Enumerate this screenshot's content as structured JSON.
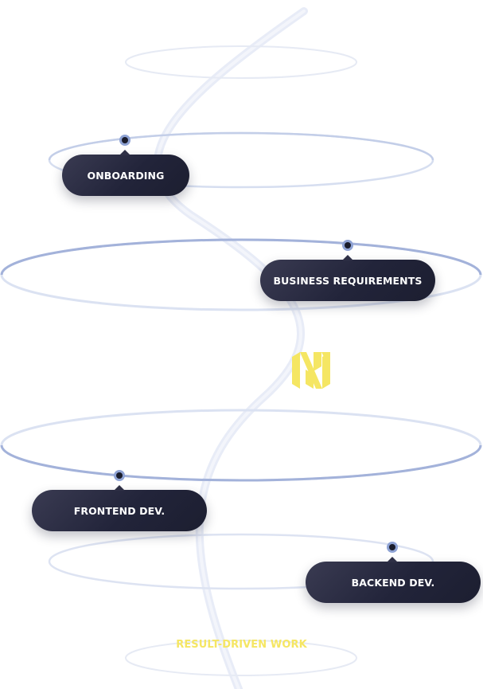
{
  "stages": [
    {
      "id": "onboarding",
      "label": "ONBOARDING"
    },
    {
      "id": "business-requirements",
      "label": "BUSINESS REQUIREMENTS"
    },
    {
      "id": "frontend-dev",
      "label": "FRONTEND DEV."
    },
    {
      "id": "backend-dev",
      "label": "BACKEND DEV."
    }
  ],
  "footer": {
    "result_label": "RESULT-DRIVEN WORK"
  },
  "logo": {
    "icon": "brand-logo-icon",
    "color": "#f5e663"
  },
  "colors": {
    "pill": "#22243a",
    "ring_strong": "#9aaad6",
    "ring_faint": "#dde3f2",
    "dot": "#8fa3d4",
    "accent": "#f5e663"
  }
}
